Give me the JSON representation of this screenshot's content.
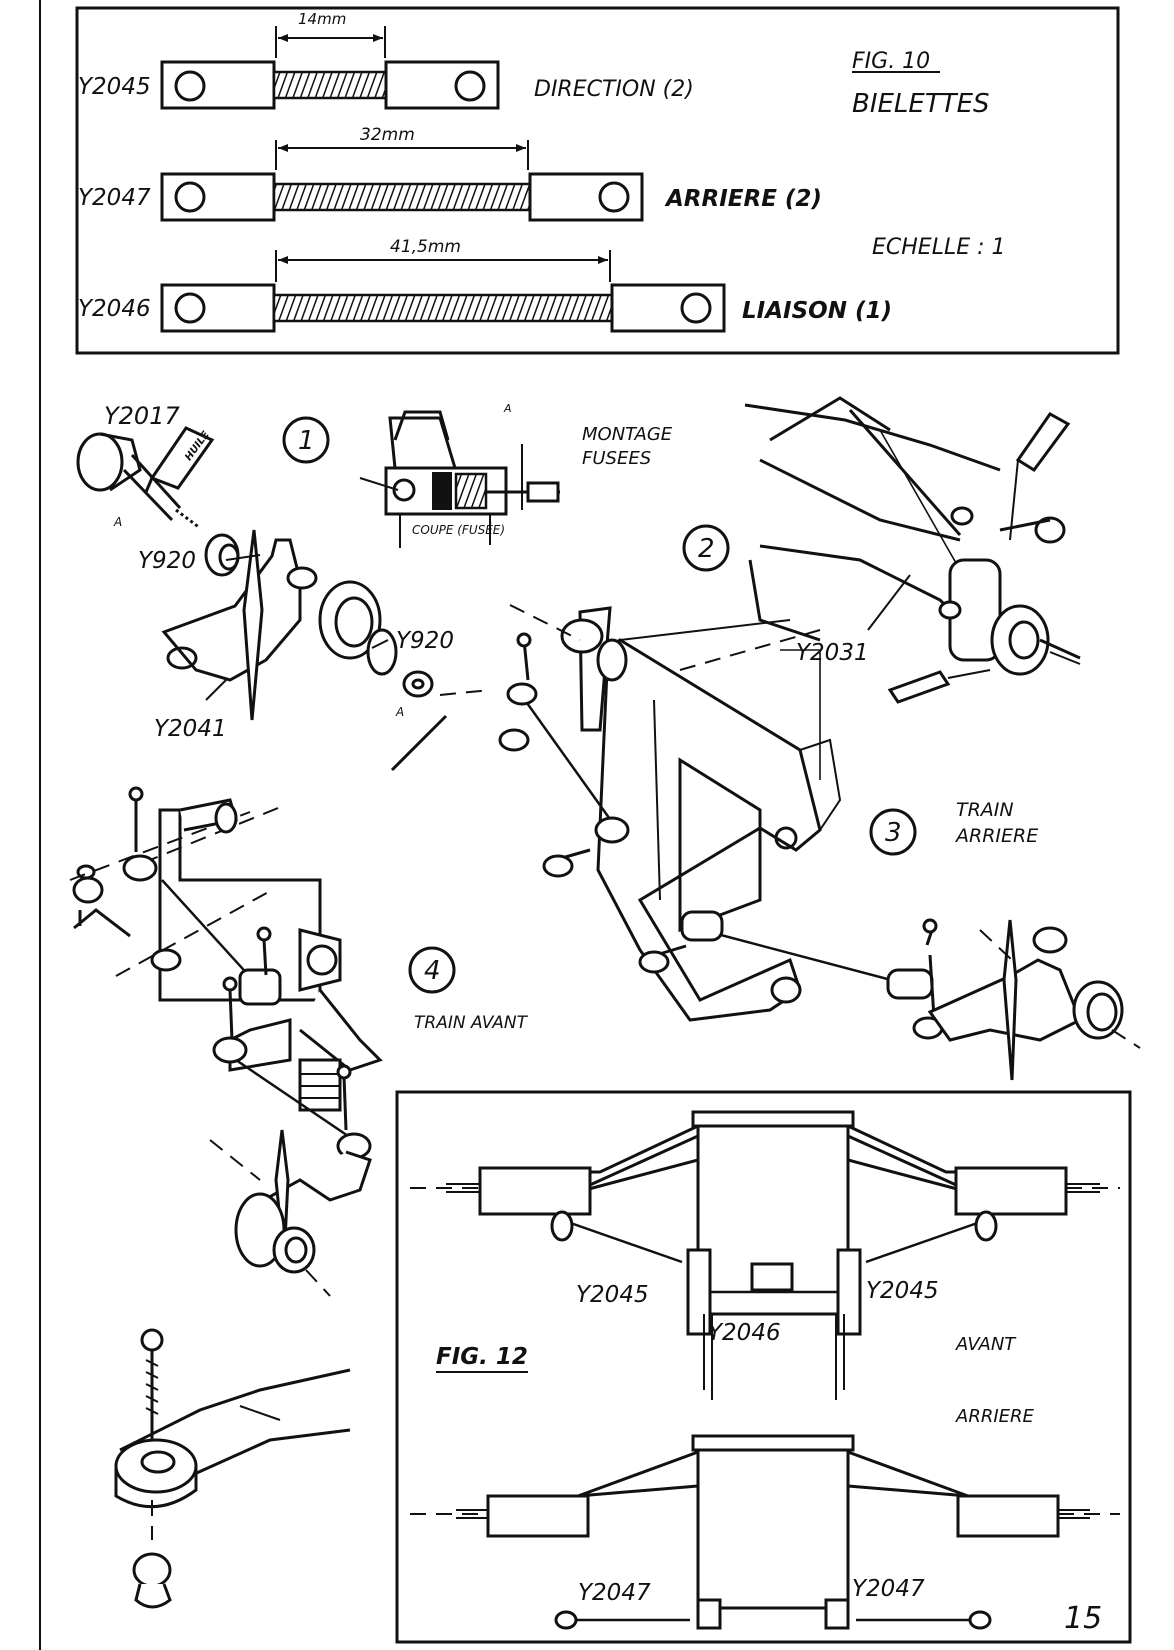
{
  "fig10": {
    "title": "FIG. 10",
    "subtitle": "BIELETTES",
    "scale": "ECHELLE : 1",
    "rods": [
      {
        "code": "Y2045",
        "name": "DIRECTION (2)",
        "length": "14mm"
      },
      {
        "code": "Y2047",
        "name": "ARRIERE (2)",
        "length": "32mm"
      },
      {
        "code": "Y2046",
        "name": "LIAISON (1)",
        "length": "41,5mm"
      }
    ]
  },
  "steps": {
    "s1": {
      "num": "1",
      "title_l1": "MONTAGE",
      "title_l2": "FUSEES",
      "cut": "COUPE (FUSÉE)",
      "a": "A"
    },
    "s2": {
      "num": "2"
    },
    "s3": {
      "num": "3",
      "title_l1": "TRAIN",
      "title_l2": "ARRIERE"
    },
    "s4": {
      "num": "4",
      "title": "TRAIN AVANT"
    }
  },
  "parts": {
    "y2017": "Y2017",
    "y920a": "Y920",
    "y920b": "Y920",
    "y2041": "Y2041",
    "y2031": "Y2031",
    "huile": "HUILE",
    "arrow_a": "A"
  },
  "fig12": {
    "title": "FIG. 12",
    "front": "AVANT",
    "rear": "ARRIERE",
    "front_left": "Y2045",
    "front_right": "Y2045",
    "center": "Y2046",
    "rear_left": "Y2047",
    "rear_right": "Y2047"
  },
  "page_number": "15"
}
